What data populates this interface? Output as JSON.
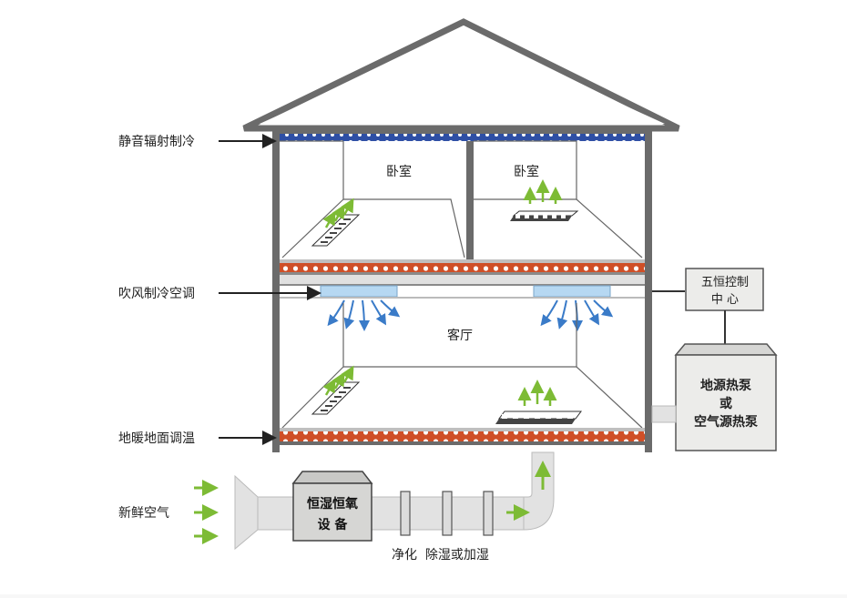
{
  "labels": {
    "radiant_cooling": "静音辐射制冷",
    "fan_cooling_ac": "吹风制冷空调",
    "floor_heating": "地暖地面调温",
    "fresh_air": "新鲜空气",
    "bedroom_left": "卧室",
    "bedroom_right": "卧室",
    "living_room": "客厅",
    "control_center_line1": "五恒控制",
    "control_center_line2": "中 心",
    "heat_pump_line1": "地源热泵",
    "heat_pump_line2": "或",
    "heat_pump_line3": "空气源热泵",
    "equipment_line1": "恒湿恒氧",
    "equipment_line2": "设 备",
    "duct_caption": "净化  除湿或加湿"
  },
  "colors": {
    "wall": "#6b6b6b",
    "cooling_strip": "#3a5bb0",
    "heating_strip": "#d2522a",
    "green_arrow": "#7dbb35",
    "ac_unit": "#b6d8f2",
    "airflow": "#3a7bc8",
    "box_fill": "#ececea",
    "duct": "#e2e2e2"
  }
}
